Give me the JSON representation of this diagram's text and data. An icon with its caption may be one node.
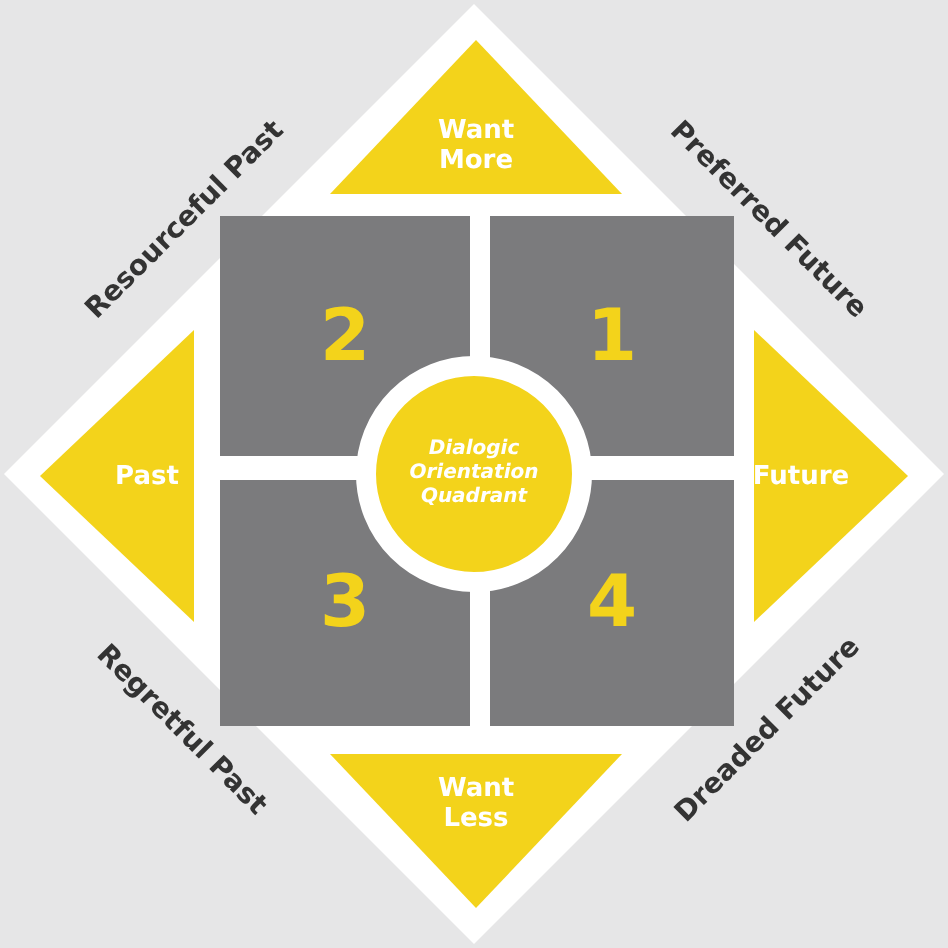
{
  "diagram": {
    "nodes": [
      {
        "text": [
          "Want More"
        ]
      },
      {
        "text": [
          "2"
        ]
      },
      {
        "text": [
          "1"
        ]
      },
      {
        "text": [
          "Past"
        ]
      },
      {
        "text": [
          "Dialogic Orientation Quadrant"
        ]
      },
      {
        "text": [
          "Future"
        ]
      },
      {
        "text": [
          "3"
        ]
      },
      {
        "text": [
          "4"
        ]
      },
      {
        "text": [
          "Want Less"
        ]
      }
    ],
    "labels": [
      "Resourceful Past",
      "Preferred Future",
      "Regretful Past",
      "Dreaded Future"
    ]
  }
}
